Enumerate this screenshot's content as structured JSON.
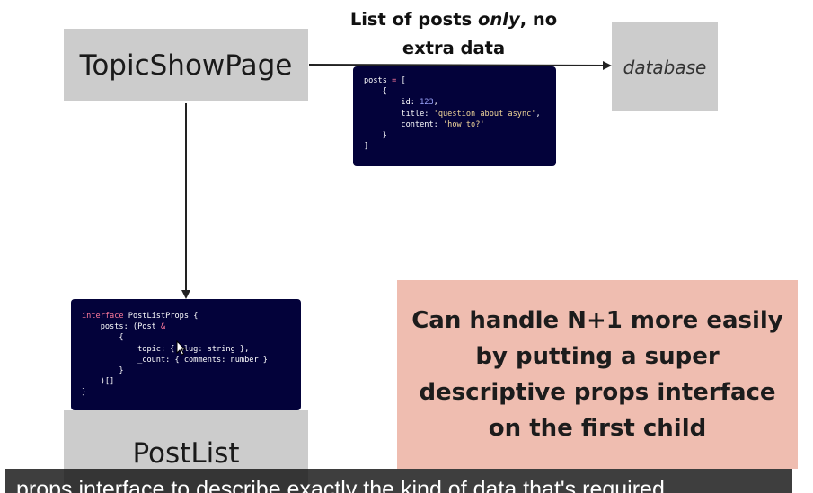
{
  "nodes": {
    "topic_show_page": "TopicShowPage",
    "database": "database",
    "post_list": "PostList"
  },
  "arrow_label": {
    "before": "List of posts ",
    "emphasis": "only",
    "after": ", no extra data"
  },
  "code_posts": {
    "line1_var": "posts",
    "line1_op": "=",
    "line1_open": "[",
    "line2": "{",
    "id_key": "id:",
    "id_value": "123",
    "title_key": "title:",
    "title_value": "'question about async'",
    "content_key": "content:",
    "content_value": "'how to?'",
    "close_brace": "}",
    "close_bracket": "]"
  },
  "code_interface": {
    "keyword": "interface",
    "name": "PostListProps {",
    "posts_line": "posts: (Post",
    "amp": "&",
    "open_brace": "{",
    "topic_line": "topic: { slug: string },",
    "count_line": "_count: { comments: number }",
    "close_brace": "}",
    "array_close": ")[]",
    "final_brace": "}"
  },
  "note": "Can handle N+1 more easily by putting a super descriptive props interface on the first child",
  "caption": "props interface to describe exactly the kind of data that's required",
  "colors": {
    "box_gray": "#cccccc",
    "code_bg": "#03023a",
    "note_bg": "#efbdb0",
    "caption_bg": "#141414"
  },
  "icons": [
    "arrow-right",
    "arrow-down",
    "mouse-cursor"
  ]
}
